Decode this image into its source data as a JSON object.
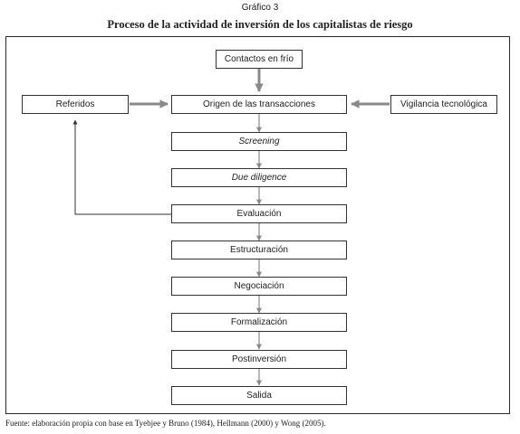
{
  "caption": {
    "label": "Gráfico 3",
    "title": "Proceso de la actividad de inversión de los capitalistas de riesgo"
  },
  "diagram": {
    "cold_contacts": "Contactos en frío",
    "referrals": "Referidos",
    "deal_origination": "Origen de las transacciones",
    "tech_watch": "Vigilancia tecnológica",
    "screening": "Screening",
    "due_diligence": "Due diligence",
    "evaluation": "Evaluación",
    "structuring": "Estructuración",
    "negotiation": "Negociación",
    "formalization": "Formalización",
    "post_investment": "Postinversión",
    "exit": "Salida"
  },
  "source": "Fuente: elaboración propia con base en Tyebjee y Bruno (1984), Hellmann (2000) y Wong (2005)."
}
